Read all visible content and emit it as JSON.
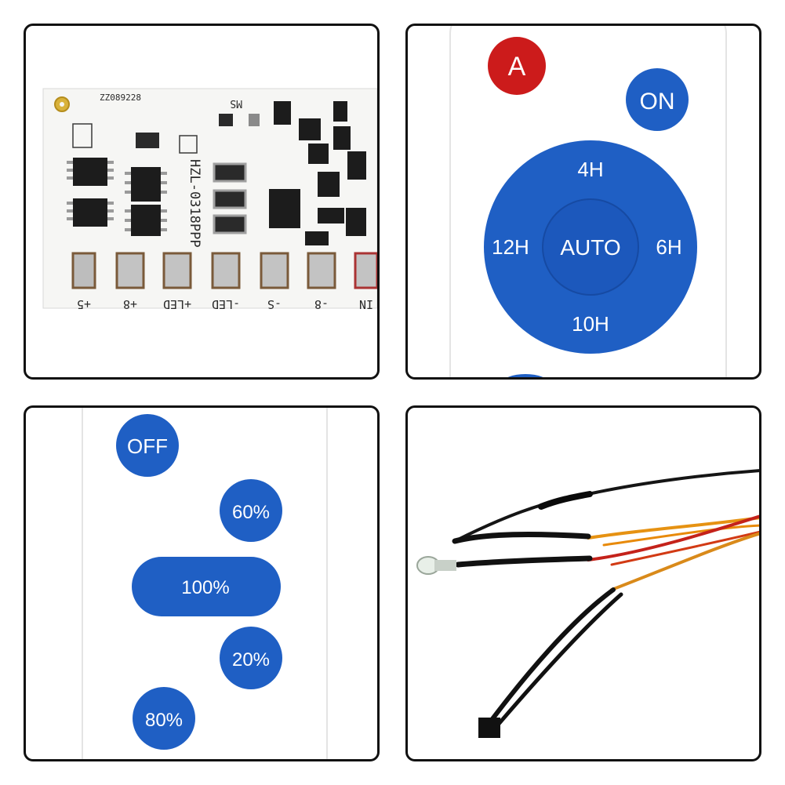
{
  "colors": {
    "remote_blue": "#1f5fc4",
    "remote_red": "#cc1b1b",
    "remote_body": "#ffffff",
    "pcb_white": "#f6f6f4",
    "panel_border": "#111111"
  },
  "board": {
    "serial": "ZZ089228",
    "model": "HZL-0318PPP",
    "ms_label": "MS",
    "pad_labels": [
      "+5",
      "+8",
      "+LED",
      "-LED",
      "-S",
      "-8",
      "IN"
    ]
  },
  "remote_top": {
    "a_label": "A",
    "on_label": "ON",
    "dial_top": "4H",
    "dial_left": "12H",
    "dial_center": "AUTO",
    "dial_right": "6H",
    "dial_bottom": "10H"
  },
  "remote_bottom": {
    "off_label": "OFF",
    "b60_label": "60%",
    "b100_label": "100%",
    "b20_label": "20%",
    "b80_label": "80%"
  }
}
